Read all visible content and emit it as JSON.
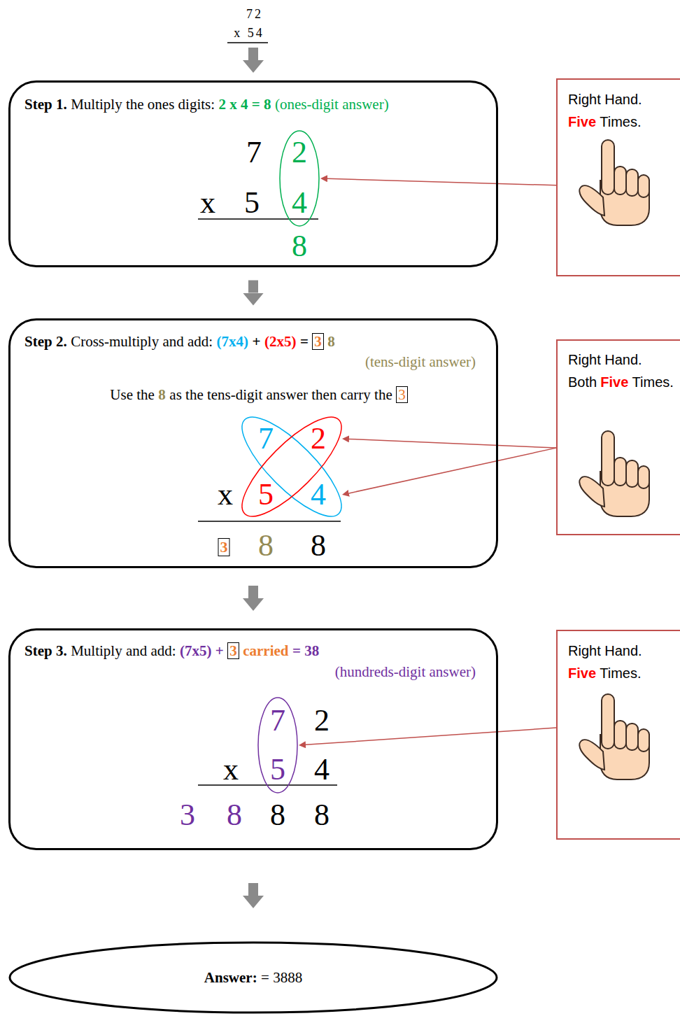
{
  "diagram": {
    "nodes": [
      {
        "text": [
          "Step 1.",
          "Multiply the ones digits:",
          "2 x 4 = 8",
          "(ones-digit answer)",
          "7",
          "x",
          "5",
          "8"
        ]
      },
      {
        "text": [
          "2",
          "4"
        ],
        "in": 0
      },
      {
        "text": [
          "Right Hand.",
          "Five",
          "Times."
        ]
      },
      {
        "text": [
          "Step 2.",
          "Cross-multiply and add:",
          "(7x4)",
          "+",
          "(2x5)",
          "=",
          "3",
          "8",
          "(tens-digit answer)",
          "Use the",
          "8",
          "as the tens-digit answer then carry the",
          "3",
          "x",
          "3",
          "8",
          "8"
        ]
      },
      {
        "text": [
          "7",
          "4"
        ],
        "in": 3
      },
      {
        "text": [
          "2",
          "5"
        ],
        "in": 3
      },
      {
        "text": [
          "Right Hand.",
          "Both",
          "Five",
          "Times."
        ]
      },
      {
        "text": [
          "Step 3.",
          "Multiply and add:",
          "(7x5) +",
          "3",
          "carried",
          "= 38",
          "(hundreds-digit answer)",
          "2",
          "x",
          "4",
          "3",
          "8",
          "8",
          "8"
        ]
      },
      {
        "text": [
          "7",
          "5"
        ],
        "in": 7
      },
      {
        "text": [
          "Right Hand.",
          "Five",
          "Times."
        ]
      },
      {
        "text": [
          "Answer:",
          "= 3888"
        ]
      }
    ],
    "edges": [
      {
        "from": 0,
        "to": 3,
        "arrow": "to"
      },
      {
        "from": 3,
        "to": 7,
        "arrow": "to"
      },
      {
        "from": 7,
        "to": 10,
        "arrow": "to"
      },
      {
        "from": 2,
        "to": 1,
        "arrow": "to"
      },
      {
        "from": 6,
        "to": 5,
        "arrow": "to"
      },
      {
        "from": 6,
        "to": 4,
        "arrow": "to"
      },
      {
        "from": 9,
        "to": 8,
        "arrow": "to"
      }
    ],
    "labels": [
      "72",
      "x 54"
    ]
  }
}
